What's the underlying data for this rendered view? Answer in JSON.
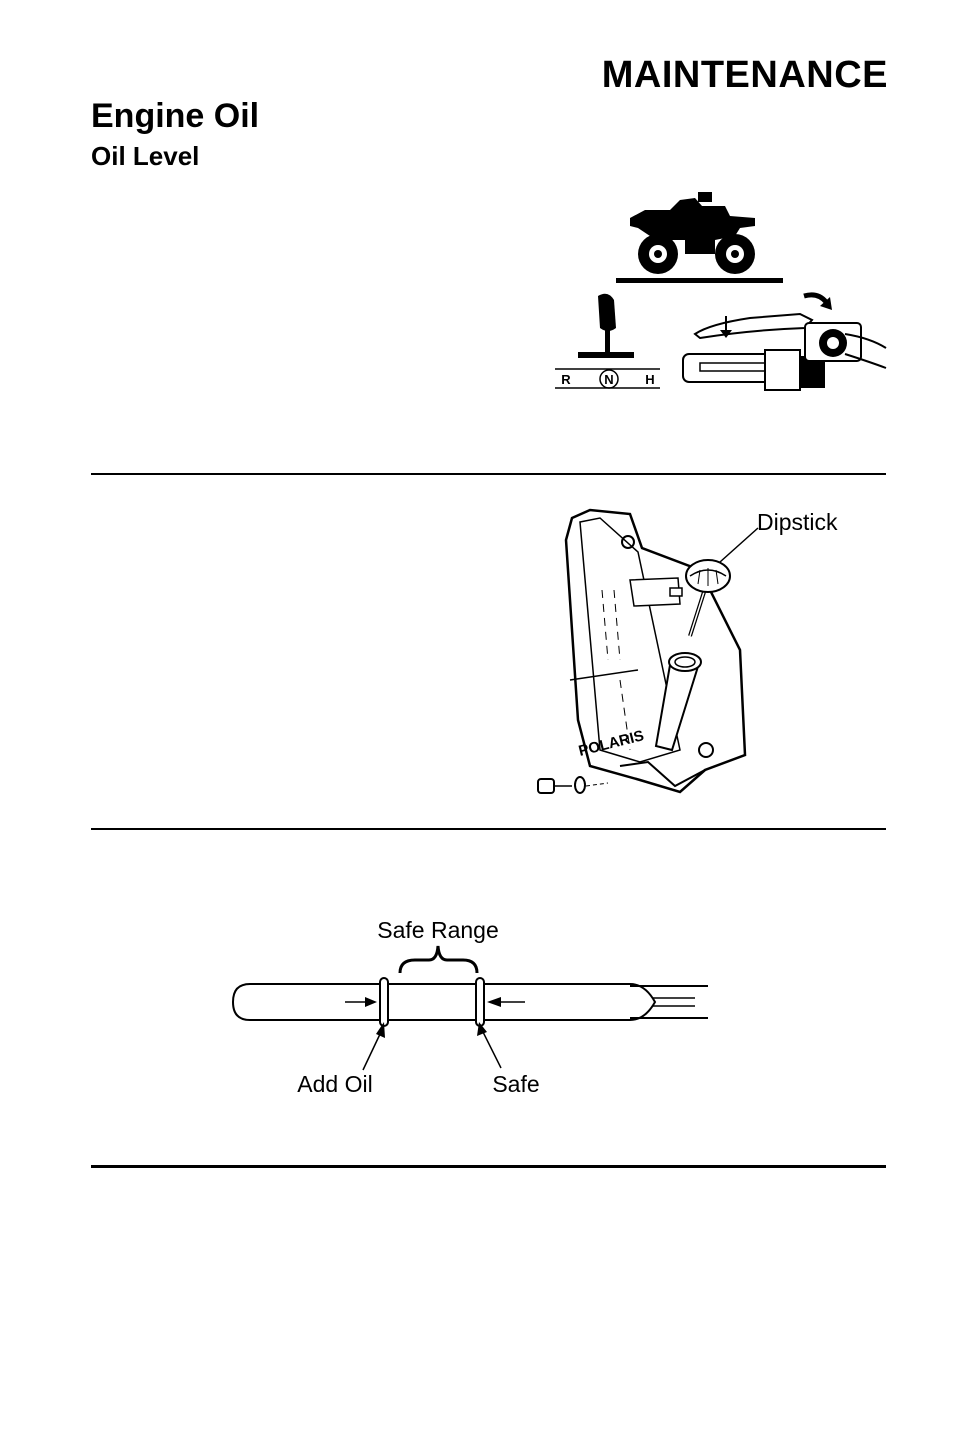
{
  "header": {
    "section": "MAINTENANCE"
  },
  "title": "Engine Oil",
  "subtitle": "Oil Level",
  "figure1": {
    "shift_labels": {
      "reverse": "R",
      "neutral": "N",
      "high": "H"
    }
  },
  "figure2": {
    "dipstick_label": "Dipstick",
    "brand_text": "POLARIS"
  },
  "figure3": {
    "safe_range_label": "Safe Range",
    "add_oil_label": "Add Oil",
    "safe_label": "Safe"
  }
}
